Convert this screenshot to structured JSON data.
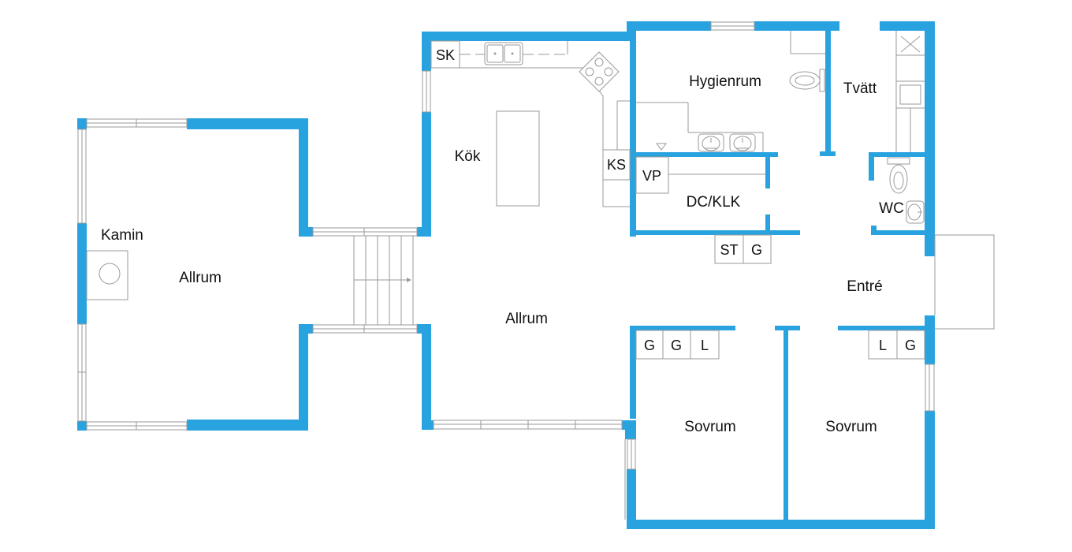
{
  "colors": {
    "wall": "#29a3df",
    "fixture": "#9a9a9a",
    "text": "#111111",
    "background": "#ffffff"
  },
  "rooms": {
    "kamin": "Kamin",
    "allrum_left": "Allrum",
    "kok": "Kök",
    "allrum_main": "Allrum",
    "hygienrum": "Hygienrum",
    "tvatt": "Tvätt",
    "dc_klk": "DC/KLK",
    "wc": "WC",
    "entre": "Entré",
    "sovrum_1": "Sovrum",
    "sovrum_2": "Sovrum"
  },
  "cabinets": {
    "sk": "SK",
    "ks": "KS",
    "vp": "VP",
    "st": "ST",
    "g_hall": "G",
    "g_bed1_a": "G",
    "g_bed1_b": "G",
    "l_bed1": "L",
    "l_bed2": "L",
    "g_bed2": "G"
  }
}
